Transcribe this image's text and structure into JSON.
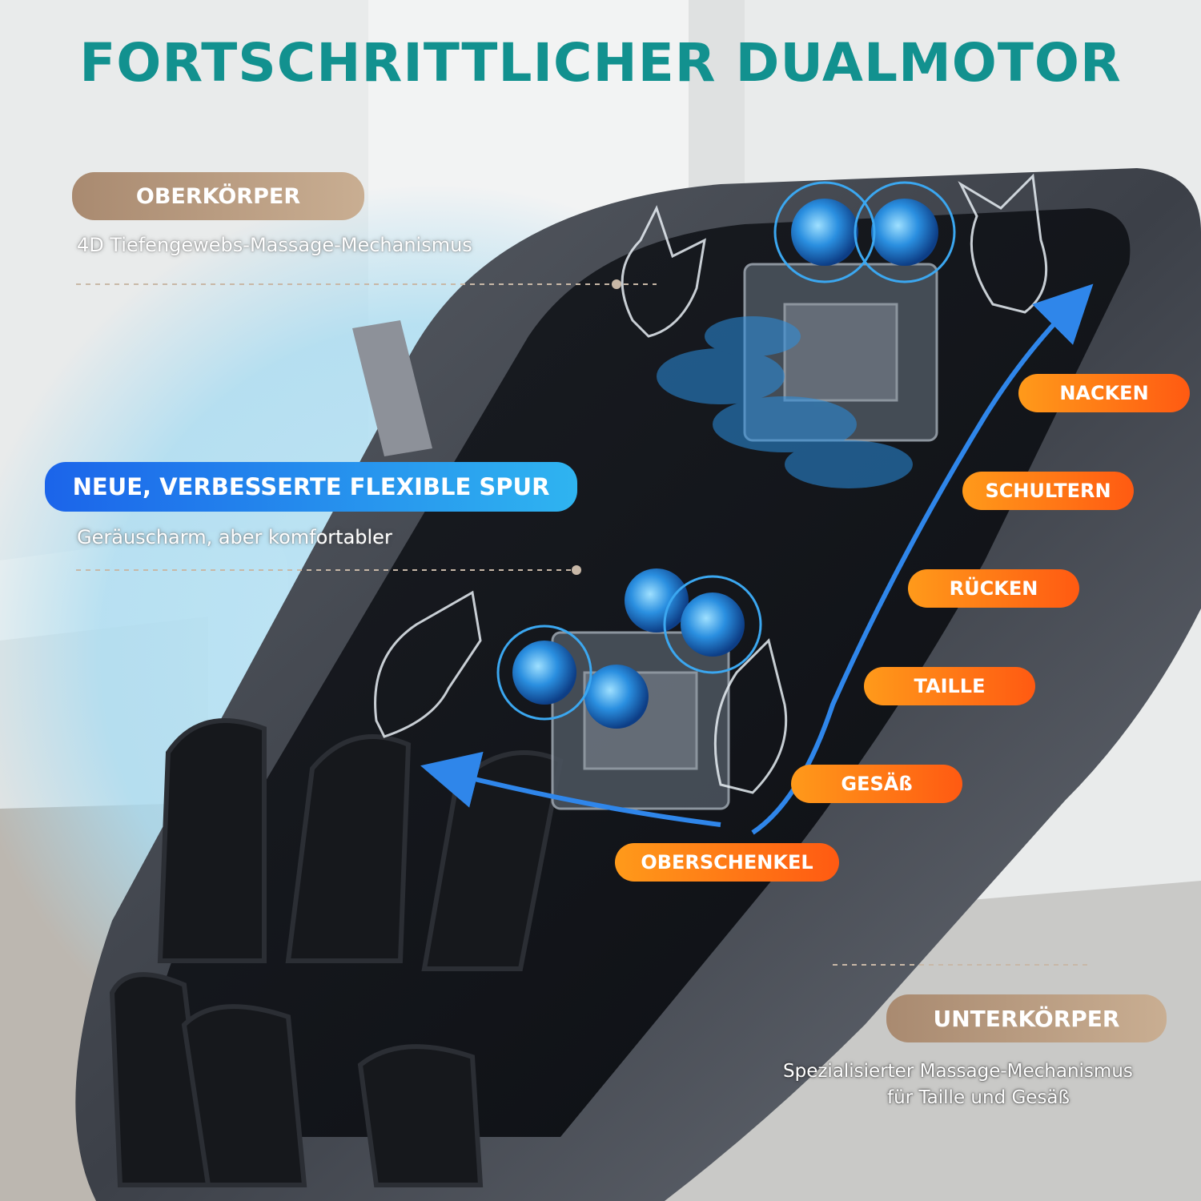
{
  "title": "FORTSCHRITTLICHER DUALMOTOR",
  "upper": {
    "label": "OBERKÖRPER",
    "description": "4D Tiefengewebs-Massage-Mechanismus"
  },
  "track": {
    "label": "NEUE, VERBESSERTE FLEXIBLE SPUR",
    "description": "Geräuscharm, aber komfortabler"
  },
  "zones": [
    "NACKEN",
    "SCHULTERN",
    "RÜCKEN",
    "TAILLE",
    "GESÄß",
    "OBERSCHENKEL"
  ],
  "lower": {
    "label": "UNTERKÖRPER",
    "description_line1": "Spezialisierter Massage-Mechanismus",
    "description_line2": "für Taille und Gesäß"
  },
  "colors": {
    "title": "#12918f",
    "zone_pill": "#ff6f14",
    "track_pill": "#1b64ea",
    "section_pill": "#b89b80"
  }
}
